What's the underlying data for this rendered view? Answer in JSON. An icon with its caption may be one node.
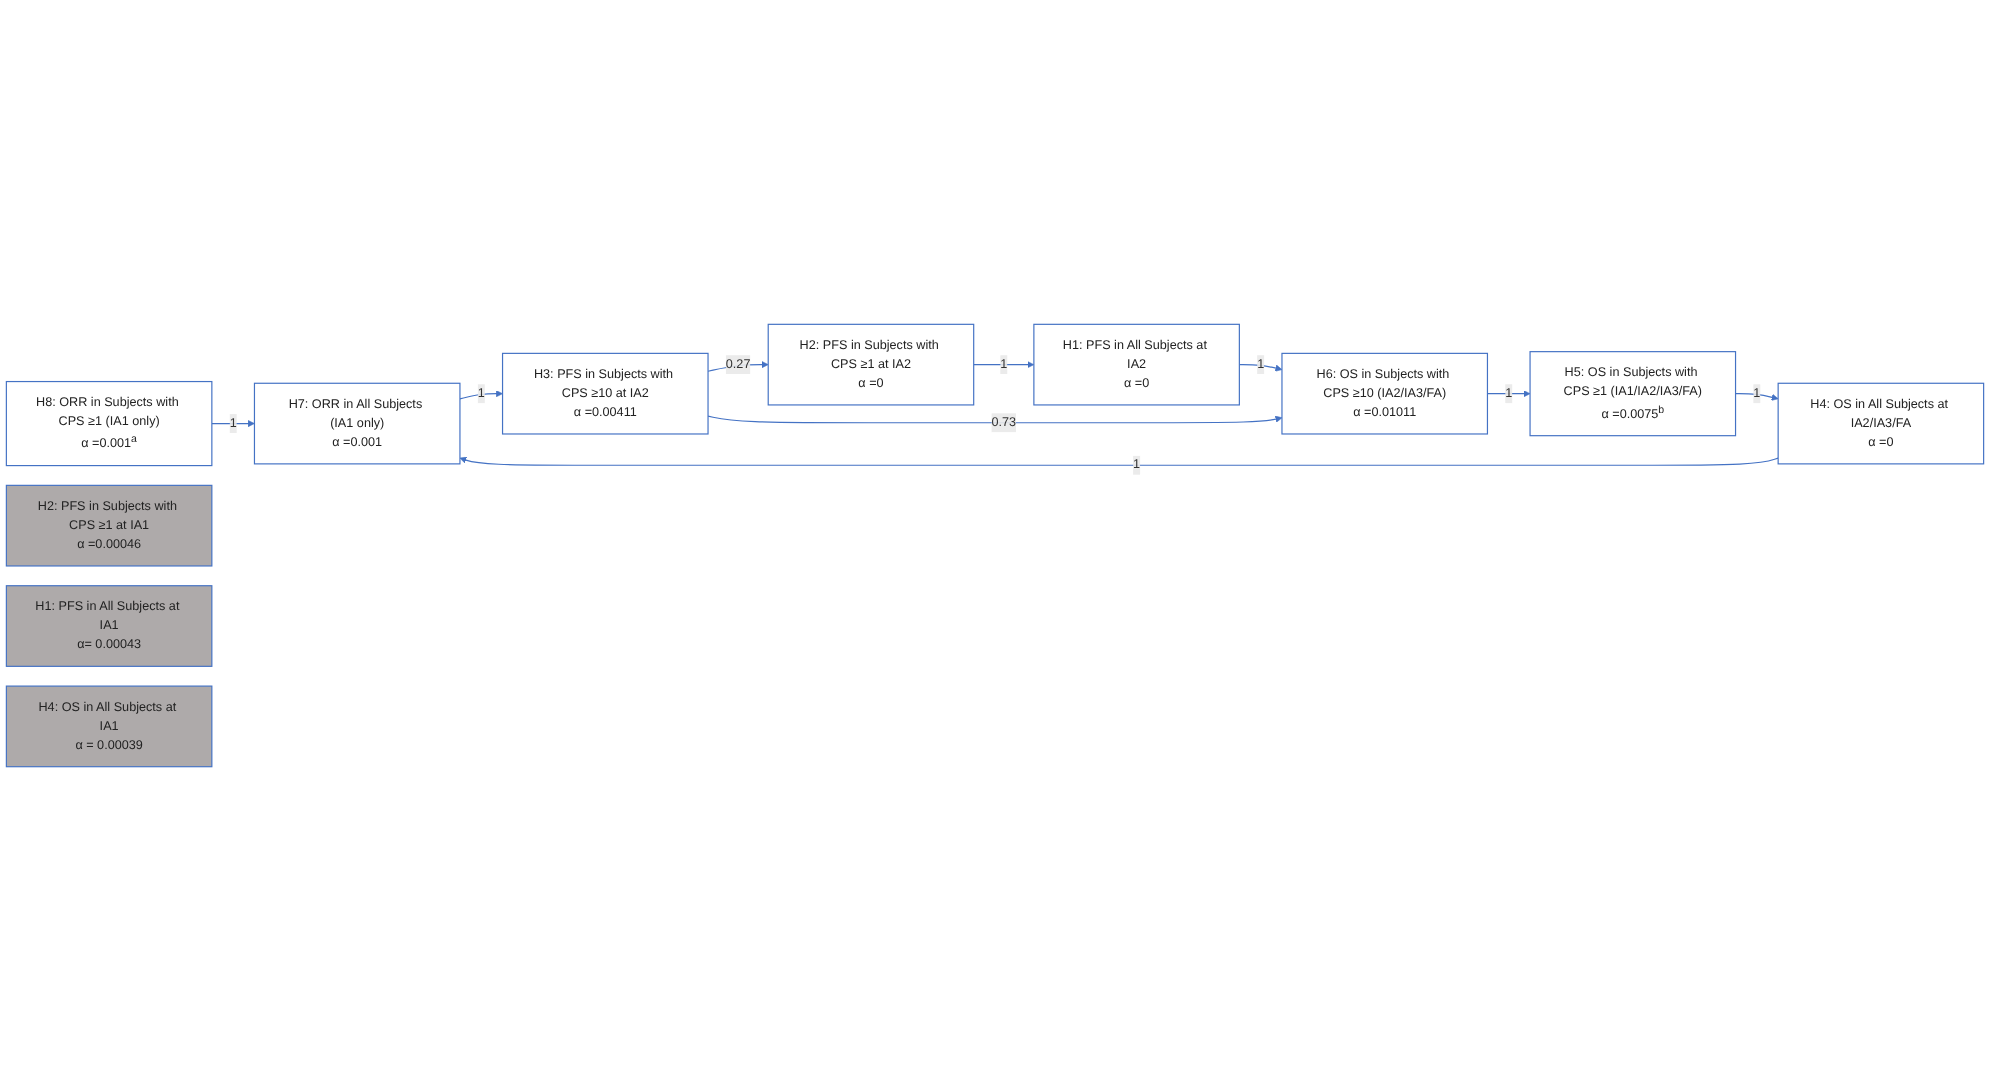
{
  "diagram": {
    "nodes": [
      {
        "text": [
          "H7: ORR in All Subjects (IA1 only)",
          "α =0.001"
        ]
      },
      {
        "text": [
          "H8: ORR in Subjects with CPS ≥1 (IA1 only)",
          "α =0.001$^{a}$"
        ]
      },
      {
        "text": [
          "H2: PFS in Subjects with CPS ≥1 at IA1",
          "α =0.00046"
        ]
      },
      {
        "text": [
          "H1: PFS in All Subjects at IA1",
          "α= 0.00043"
        ]
      },
      {
        "text": [
          "H1: PFS in All Subjects at IA2",
          "α =0"
        ]
      },
      {
        "text": [
          "H2: PFS in Subjects with CPS ≥1 at IA2",
          "α =0"
        ]
      },
      {
        "text": [
          "H3: PFS in Subjects with CPS ≥10 at IA2",
          "α =0.00411"
        ]
      },
      {
        "text": [
          "H6: OS in Subjects with CPS ≥10 (IA2/IA3/FA)",
          "α =0.01011"
        ]
      },
      {
        "text": [
          "H4: OS in All Subjects at IA2/IA3/FA",
          "α =0"
        ]
      },
      {
        "text": [
          "H5: OS in Subjects with CPS ≥1 (IA1/IA2/IA3/FA)",
          "α =0.0075$^{b}$"
        ]
      },
      {
        "text": [
          "H4: OS in All Subjects at IA1",
          "α = 0.00039"
        ]
      }
    ],
    "edges": [
      {
        "from": 1,
        "to": 0,
        "arrow": "to",
        "label": "1"
      },
      {
        "from": 0,
        "to": 6,
        "arrow": "to",
        "label": "1"
      },
      {
        "from": 6,
        "to": 5,
        "arrow": "to",
        "label": "0.27"
      },
      {
        "from": 5,
        "to": 4,
        "arrow": "to",
        "label": "1"
      },
      {
        "from": 4,
        "to": 7,
        "arrow": "to",
        "label": "1"
      },
      {
        "from": 6,
        "to": 7,
        "arrow": "to",
        "label": "0.73"
      },
      {
        "from": 7,
        "to": 9,
        "arrow": "to",
        "label": "1"
      },
      {
        "from": 9,
        "to": 8,
        "arrow": "to",
        "label": "1"
      },
      {
        "from": 8,
        "to": 0,
        "arrow": "to",
        "label": "1"
      }
    ]
  }
}
